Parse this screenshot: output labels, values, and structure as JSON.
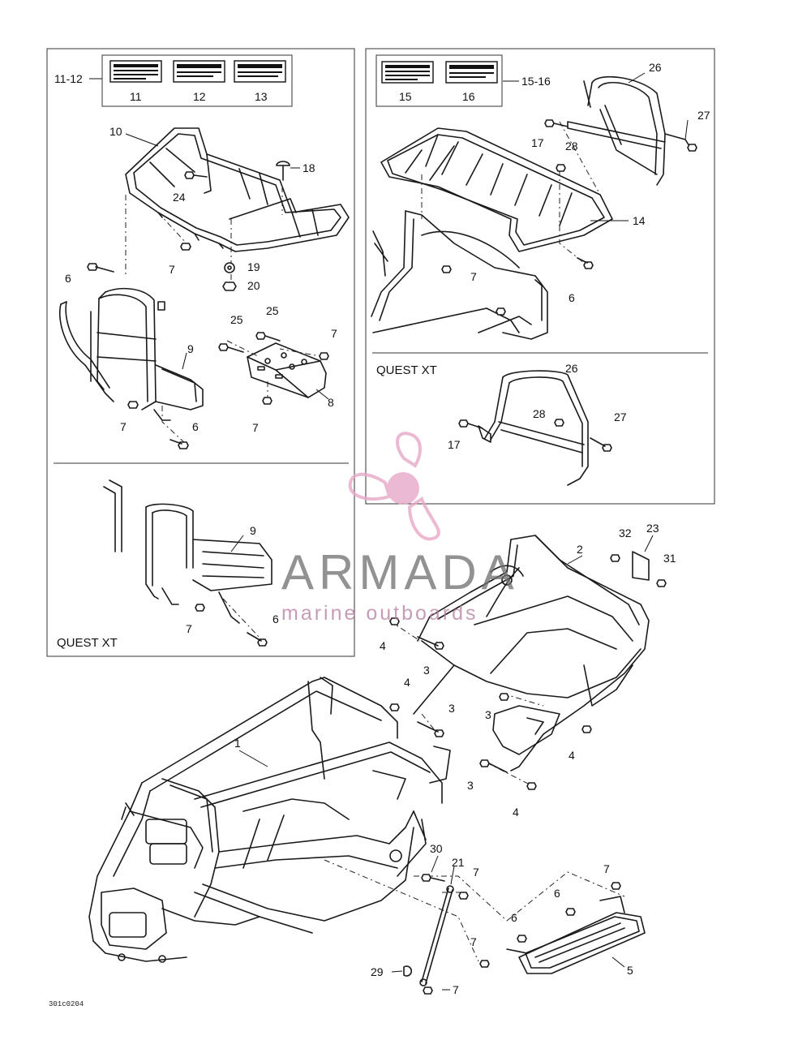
{
  "callouts": {
    "c1": "1",
    "c2": "2",
    "c3": "3",
    "c4": "4",
    "c5": "5",
    "c6": "6",
    "c7": "7",
    "c8": "8",
    "c9": "9",
    "c10": "10",
    "c11": "11",
    "c12": "12",
    "c13": "13",
    "c14": "14",
    "c15": "15",
    "c16": "16",
    "c17": "17",
    "c18": "18",
    "c19": "19",
    "c20": "20",
    "c21": "21",
    "c23": "23",
    "c24": "24",
    "c25": "25",
    "c26": "26",
    "c27": "27",
    "c28": "28",
    "c29": "29",
    "c30": "30",
    "c31": "31",
    "c32": "32",
    "c11_12": "11-12",
    "c15_16": "15-16"
  },
  "sections": {
    "quest_xt": "QUEST XT"
  },
  "drawing_code": "301c0204",
  "watermark": {
    "brand": "ARMADA",
    "tagline": "marine outboards"
  },
  "colors": {
    "line": "#1a1a1a",
    "watermark_pink": "#e8a8c8",
    "watermark_gray": "#6e6e6e",
    "watermark_text_pink": "#b57ba0"
  }
}
